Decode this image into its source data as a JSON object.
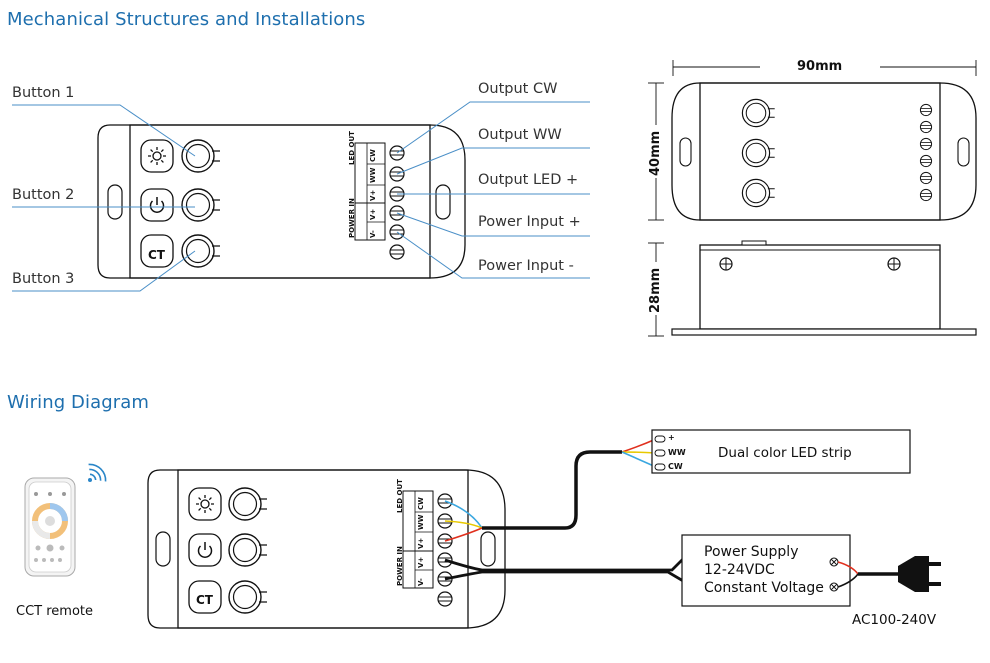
{
  "sections": {
    "mechanical_title": "Mechanical Structures and Installations",
    "wiring_title": "Wiring Diagram"
  },
  "callouts": {
    "button1": "Button 1",
    "button2": "Button 2",
    "button3": "Button 3",
    "output_cw": "Output CW",
    "output_ww": "Output WW",
    "output_led_plus": "Output LED +",
    "power_input_plus": "Power Input +",
    "power_input_minus": "Power Input -"
  },
  "terminal_labels": {
    "led_out": "LED OUT",
    "power_in": "POWER IN",
    "cw": "CW",
    "ww": "WW",
    "v_plus": "V+",
    "v_minus": "V-"
  },
  "button_labels": {
    "ct": "CT"
  },
  "dimensions": {
    "width": "90mm",
    "height": "40mm",
    "depth": "28mm"
  },
  "wiring": {
    "remote_caption": "CCT remote",
    "led_strip": "Dual color LED strip",
    "strip_plus": "+",
    "strip_ww": "WW",
    "strip_cw": "CW",
    "power_supply_line1": "Power Supply",
    "power_supply_line2": "12-24VDC",
    "power_supply_line3": "Constant Voltage",
    "ac_input": "AC100-240V"
  },
  "colors": {
    "heading": "#1e6fae",
    "leader_line": "#4a8fc7",
    "wire_cw": "#3aa7e0",
    "wire_ww": "#e8c900",
    "wire_plus": "#e0301e"
  },
  "icons": [
    "sun-icon",
    "power-icon",
    "wifi-icon"
  ]
}
